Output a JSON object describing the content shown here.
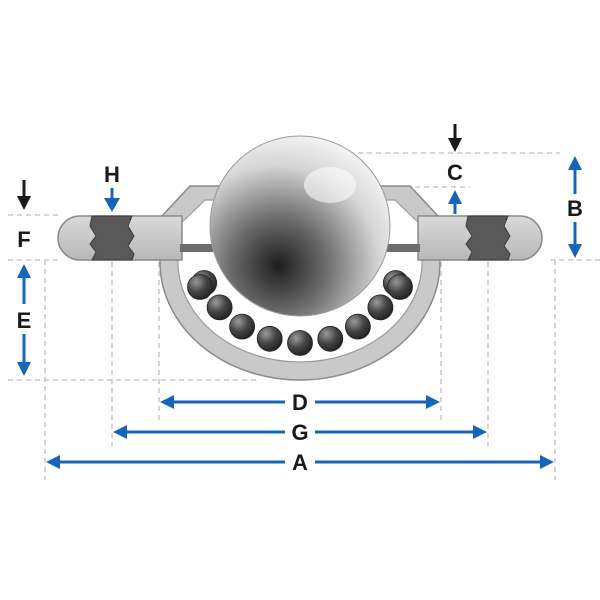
{
  "labels": {
    "a": "A",
    "b": "B",
    "c": "C",
    "d": "D",
    "e": "E",
    "f": "F",
    "g": "G",
    "h": "H"
  },
  "colors": {
    "dimension_arrow": "#1565b8",
    "pointer_arrow": "#1a1a1a",
    "guide_line": "#bdbdbd",
    "housing_fill": "#c9c9c9",
    "housing_stroke": "#8a8a8a",
    "thread_band": "#5a5a5a"
  },
  "icons": {
    "main_ball": "large-steel-ball-icon",
    "support_balls": "small-support-balls-icon"
  }
}
